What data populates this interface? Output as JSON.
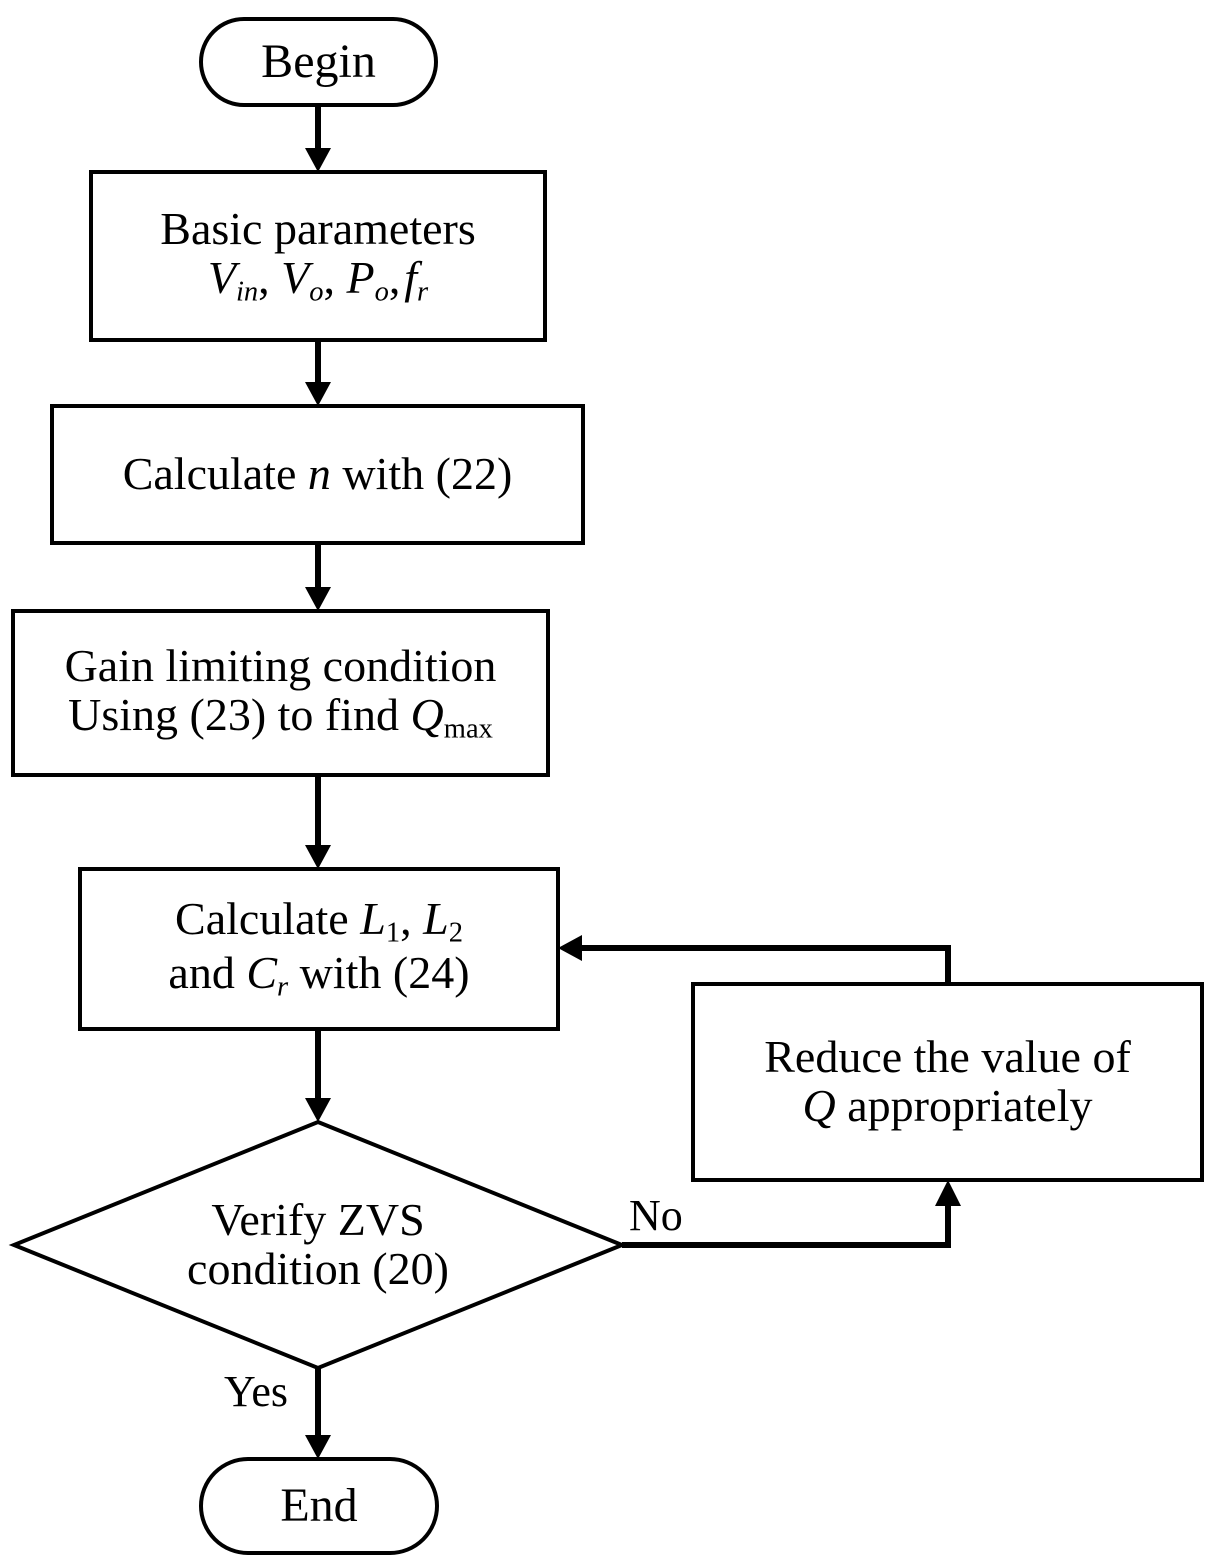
{
  "diagram": {
    "title": "LLC resonant converter parameter design flowchart",
    "type": "flowchart",
    "stroke_color": "#000000",
    "fill_color": "#ffffff",
    "background_color": "#ffffff"
  },
  "nodes": {
    "begin": {
      "shape": "terminator",
      "label": "Begin"
    },
    "basic_parameters": {
      "shape": "process",
      "line1": "Basic parameters",
      "line2_parts": [
        {
          "sym": "V",
          "sub": "in",
          "sep": ", "
        },
        {
          "sym": "V",
          "sub": "o",
          "sep": ", "
        },
        {
          "sym": "P",
          "sub": "o",
          "sep": ", "
        },
        {
          "sym": "f",
          "sub": "r",
          "sep": ""
        }
      ],
      "line2_plain": "Vin, Vo, Po, fr"
    },
    "calculate_n": {
      "shape": "process",
      "text_before": "Calculate ",
      "symbol": "n",
      "text_after": " with (22)",
      "plain": "Calculate n with (22)"
    },
    "gain_limiting": {
      "shape": "process",
      "line1": "Gain limiting condition",
      "line2_before": "Using (23) to find ",
      "line2_symbol": "Q",
      "line2_subscript": "max",
      "line2_plain": "Using (23) to find Qmax"
    },
    "calculate_lc": {
      "shape": "process",
      "line1_before": "Calculate ",
      "line1_sym1": "L",
      "line1_sub1": "1",
      "line1_mid": ", ",
      "line1_sym2": "L",
      "line1_sub2": "2",
      "line1_plain": "Calculate L1, L2",
      "line2_before": "and ",
      "line2_sym": "C",
      "line2_sub": "r",
      "line2_after": " with (24)",
      "line2_plain": "and Cr with (24)"
    },
    "verify_zvs": {
      "shape": "decision",
      "line1": "Verify ZVS",
      "line2": "condition (20)"
    },
    "reduce_q": {
      "shape": "process",
      "line1": "Reduce the value of",
      "line2_symbol": "Q",
      "line2_after": " appropriately",
      "line2_plain": "Q appropriately"
    },
    "end": {
      "shape": "terminator",
      "label": "End"
    }
  },
  "edges": [
    {
      "id": "begin-to-basic",
      "from": "begin",
      "to": "basic_parameters",
      "label": ""
    },
    {
      "id": "basic-to-calcn",
      "from": "basic_parameters",
      "to": "calculate_n",
      "label": ""
    },
    {
      "id": "calcn-to-gain",
      "from": "calculate_n",
      "to": "gain_limiting",
      "label": ""
    },
    {
      "id": "gain-to-calclc",
      "from": "gain_limiting",
      "to": "calculate_lc",
      "label": ""
    },
    {
      "id": "calclc-to-verify",
      "from": "calculate_lc",
      "to": "verify_zvs",
      "label": ""
    },
    {
      "id": "verify-yes-to-end",
      "from": "verify_zvs",
      "to": "end",
      "label": "Yes"
    },
    {
      "id": "verify-no-to-reduce",
      "from": "verify_zvs",
      "to": "reduce_q",
      "label": "No"
    },
    {
      "id": "reduce-to-calclc",
      "from": "reduce_q",
      "to": "calculate_lc",
      "label": ""
    }
  ],
  "edge_labels": {
    "yes": "Yes",
    "no": "No"
  }
}
